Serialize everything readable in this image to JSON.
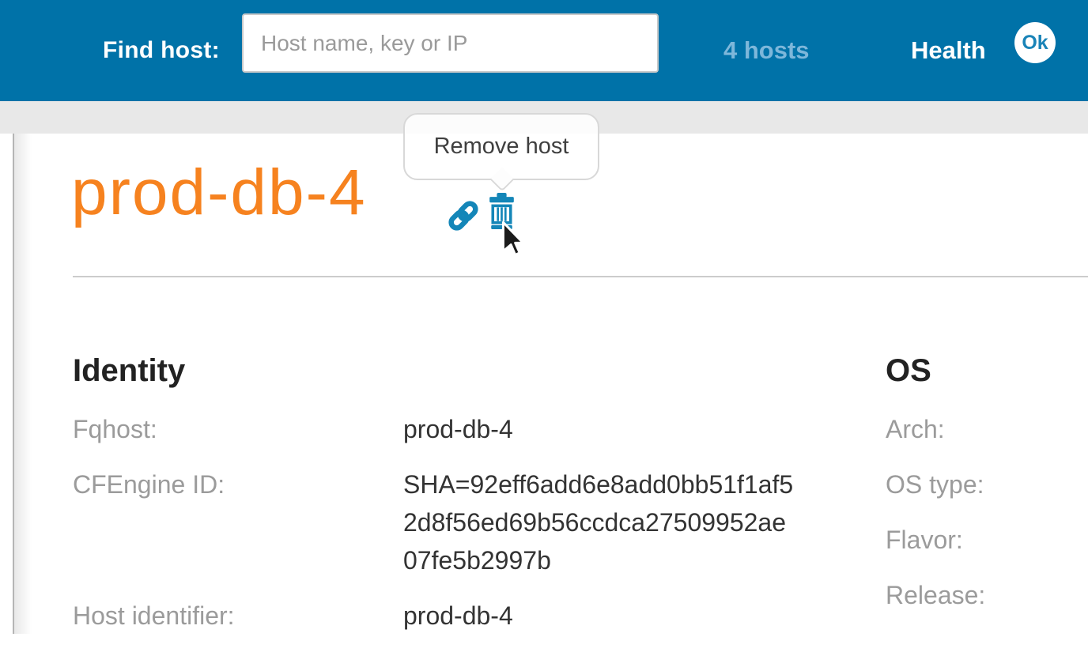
{
  "colors": {
    "header_bg": "#0072a8",
    "hosts_link": "#7db7da",
    "status_ok_text": "#1a84b8",
    "title_orange": "#f6821f",
    "icon_blue": "#1486b8",
    "strip_gray": "#e8e8e8",
    "label_gray": "#9b9b9b"
  },
  "header": {
    "find_host_label": "Find host:",
    "search_placeholder": "Host name, key or IP",
    "search_value": "",
    "hosts_count_label": "4 hosts",
    "health_label": "Health",
    "health_status": "Ok"
  },
  "tooltip": {
    "text": "Remove host"
  },
  "host": {
    "title": "prod-db-4"
  },
  "sections": {
    "identity": {
      "heading": "Identity",
      "rows": [
        {
          "label": "Fqhost:",
          "value": "prod-db-4"
        },
        {
          "label": "CFEngine ID:",
          "value": "SHA=92eff6add6e8add0bb51f1af52d8f56ed69b56ccdca27509952ae07fe5b2997b"
        },
        {
          "label": "Host identifier:",
          "value": "prod-db-4"
        }
      ]
    },
    "os": {
      "heading": "OS",
      "rows": [
        {
          "label": "Arch:",
          "value": ""
        },
        {
          "label": "OS type:",
          "value": ""
        },
        {
          "label": "Flavor:",
          "value": ""
        },
        {
          "label": "Release:",
          "value": ""
        }
      ]
    }
  }
}
